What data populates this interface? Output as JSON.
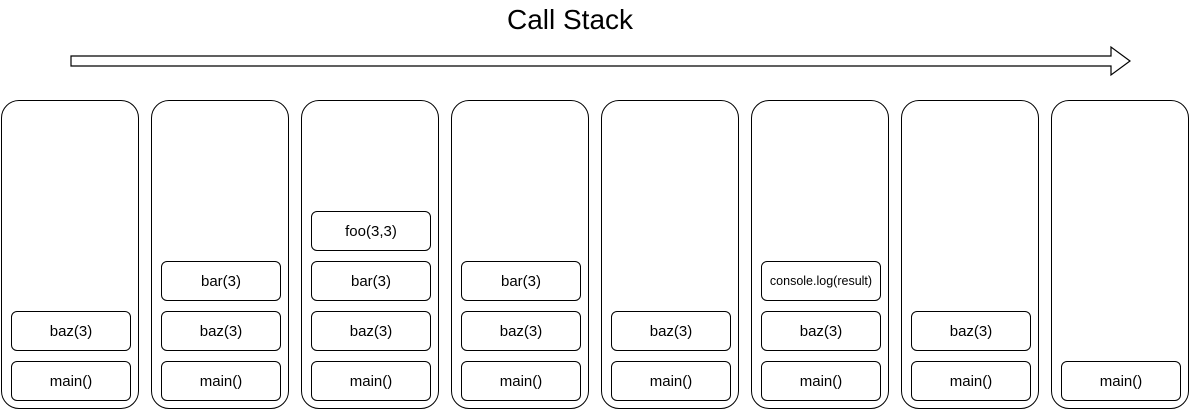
{
  "title": "Call Stack",
  "stacks": [
    {
      "frames": [
        "main()",
        "baz(3)"
      ]
    },
    {
      "frames": [
        "main()",
        "baz(3)",
        "bar(3)"
      ]
    },
    {
      "frames": [
        "main()",
        "baz(3)",
        "bar(3)",
        "foo(3,3)"
      ]
    },
    {
      "frames": [
        "main()",
        "baz(3)",
        "bar(3)"
      ]
    },
    {
      "frames": [
        "main()",
        "baz(3)"
      ]
    },
    {
      "frames": [
        "main()",
        "baz(3)",
        "console.log(result)"
      ]
    },
    {
      "frames": [
        "main()",
        "baz(3)"
      ]
    },
    {
      "frames": [
        "main()"
      ]
    }
  ]
}
